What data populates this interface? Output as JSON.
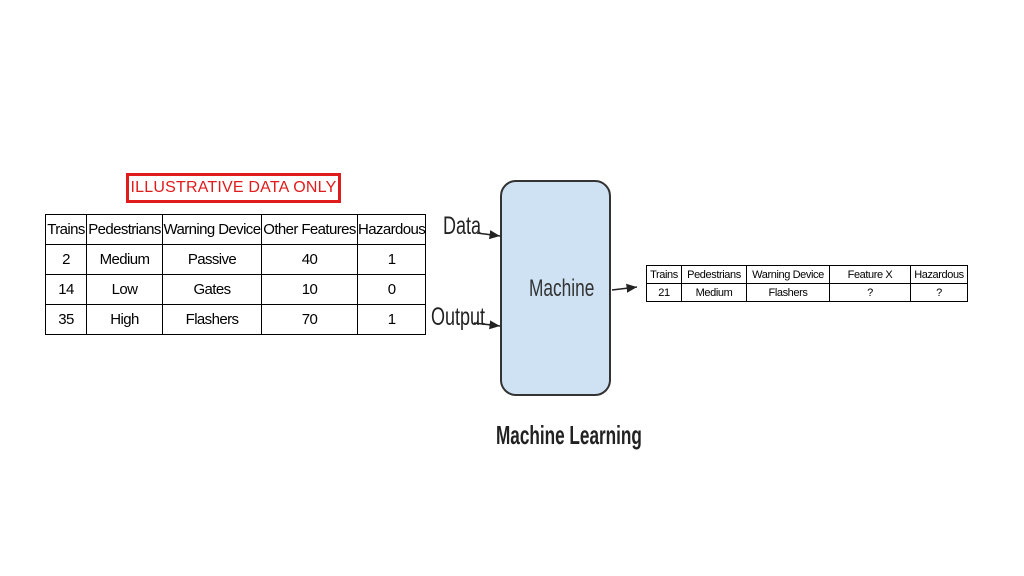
{
  "badge": "ILLUSTRATIVE DATA ONLY",
  "training_table": {
    "headers": [
      "Trains",
      "Pedestrians",
      "Warning Device",
      "Other Features",
      "Hazardous"
    ],
    "rows": [
      [
        "2",
        "Medium",
        "Passive",
        "40",
        "1"
      ],
      [
        "14",
        "Low",
        "Gates",
        "10",
        "0"
      ],
      [
        "35",
        "High",
        "Flashers",
        "70",
        "1"
      ]
    ]
  },
  "diagram": {
    "input_data_label": "Data",
    "input_output_label": "Output",
    "machine_label": "Machine",
    "caption": "Machine Learning",
    "box_color": "#cfe2f3"
  },
  "prediction_table": {
    "headers": [
      "Trains",
      "Pedestrians",
      "Warning Device",
      "Feature X",
      "Hazardous"
    ],
    "rows": [
      [
        "21",
        "Medium",
        "Flashers",
        "?",
        "?"
      ]
    ]
  },
  "colors": {
    "badge": "#e01b1b"
  }
}
